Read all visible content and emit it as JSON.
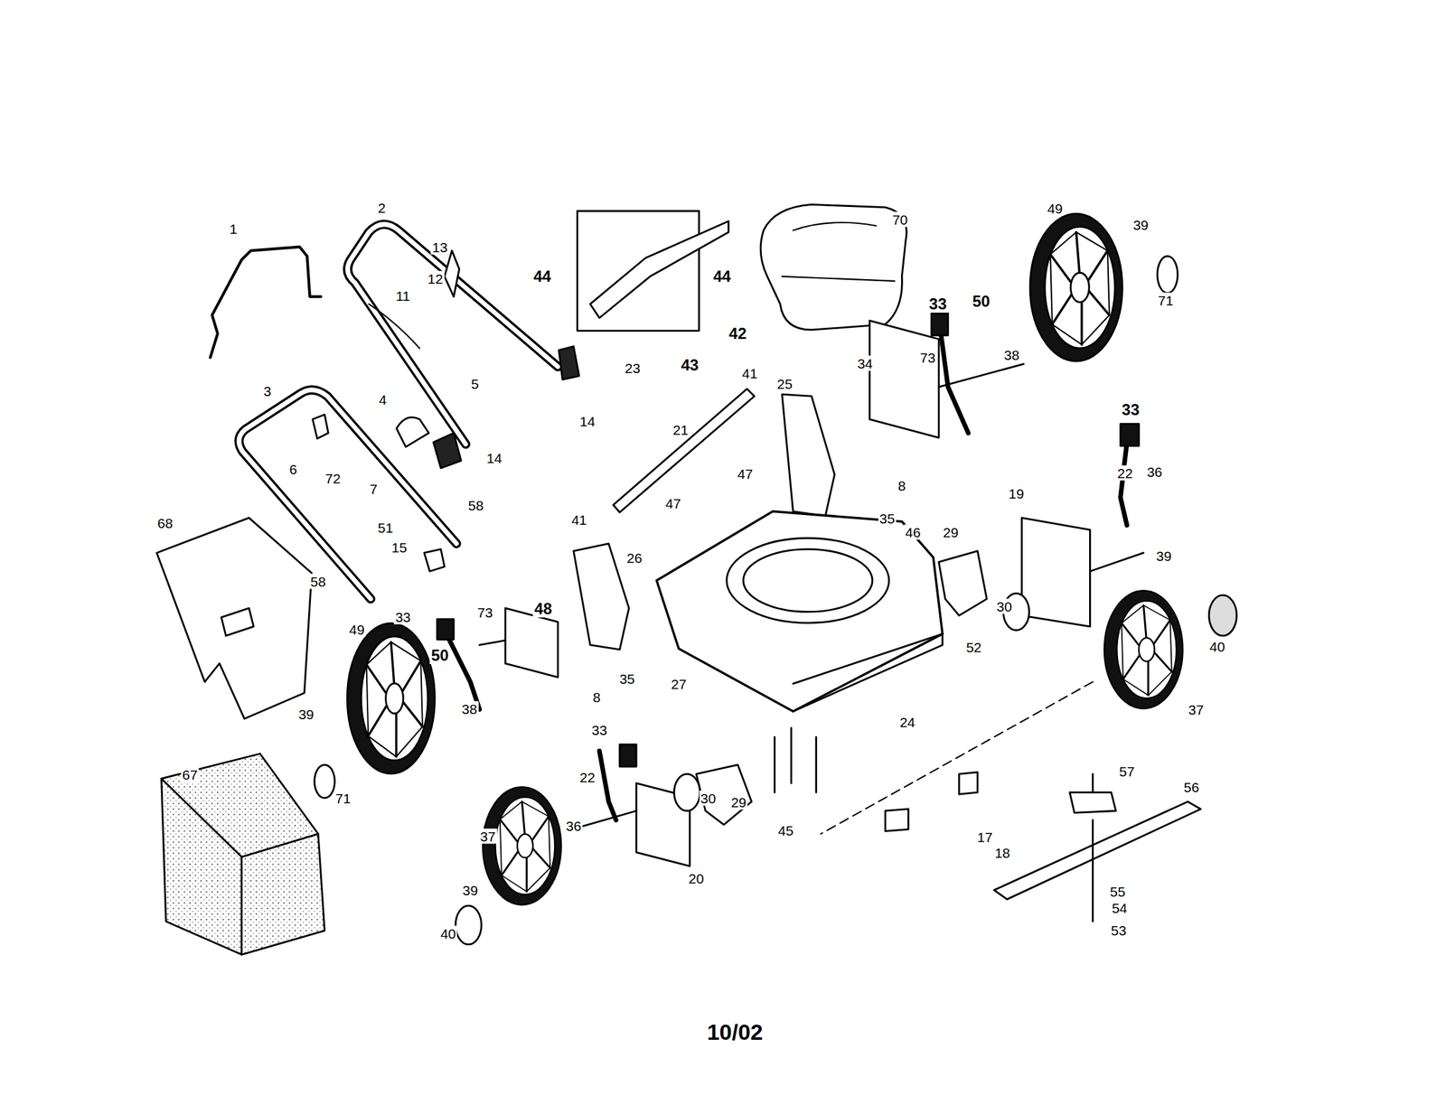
{
  "diagram": {
    "caption": "10/02",
    "labels": [
      "1",
      "2",
      "13",
      "12",
      "11",
      "44",
      "44",
      "70",
      "49",
      "39",
      "71",
      "33",
      "50",
      "42",
      "43",
      "23",
      "73",
      "34",
      "38",
      "5",
      "14",
      "3",
      "4",
      "14",
      "41",
      "25",
      "21",
      "33",
      "22",
      "36",
      "6",
      "72",
      "7",
      "58",
      "47",
      "8",
      "19",
      "35",
      "46",
      "29",
      "68",
      "41",
      "47",
      "51",
      "58",
      "15",
      "26",
      "39",
      "30",
      "33",
      "73",
      "48",
      "40",
      "49",
      "50",
      "52",
      "35",
      "8",
      "27",
      "38",
      "39",
      "37",
      "24",
      "67",
      "71",
      "33",
      "22",
      "29",
      "30",
      "45",
      "57",
      "56",
      "17",
      "18",
      "37",
      "36",
      "20",
      "55",
      "54",
      "40",
      "39",
      "53"
    ]
  }
}
